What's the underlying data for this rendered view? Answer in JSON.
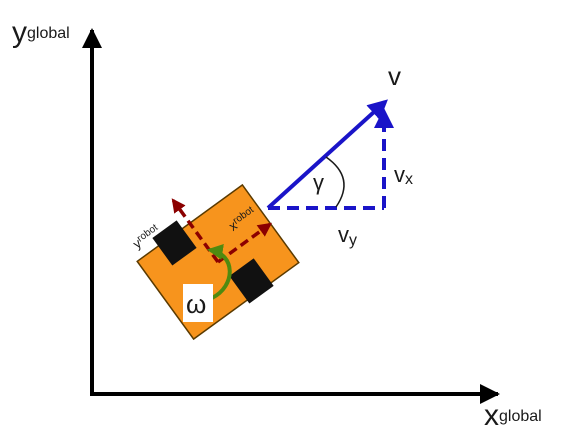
{
  "axes": {
    "y_main": "y",
    "y_sub": "global",
    "x_main": "x",
    "x_sub": "global"
  },
  "robot": {
    "x_axis_main": "x",
    "x_axis_sub": "robot",
    "y_axis_main": "y",
    "y_axis_sub": "robot",
    "omega": "ω"
  },
  "velocity": {
    "v": "v",
    "vx_main": "v",
    "vx_sub": "x",
    "vy_main": "v",
    "vy_sub": "y",
    "gamma": "γ"
  },
  "colors": {
    "body": "#f7941d",
    "wheel": "#111111",
    "robot_axes": "#8b0000",
    "velocity": "#1a14c8",
    "omega_arrow": "#4f8a10",
    "global_axes": "#000000"
  }
}
